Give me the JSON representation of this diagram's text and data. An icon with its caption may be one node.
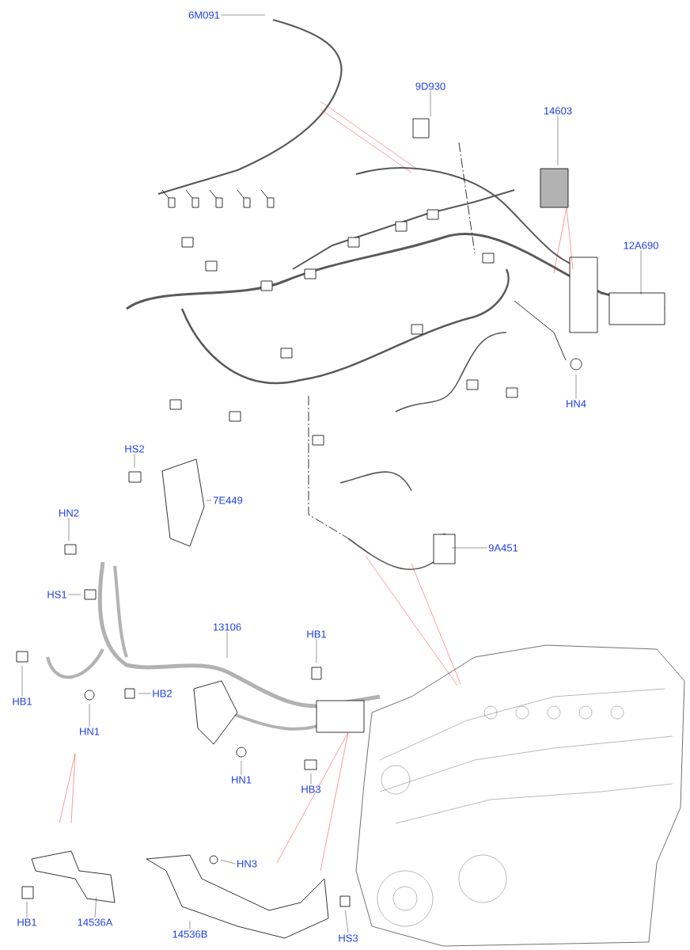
{
  "diagram": {
    "nodes": [
      {
        "text": [
          "6M091"
        ]
      },
      {
        "text": [
          "9D930"
        ]
      },
      {
        "text": [
          "14603"
        ]
      },
      {
        "text": [
          "12A690"
        ]
      },
      {
        "text": [
          "HN4"
        ]
      },
      {
        "text": [
          "HS2"
        ]
      },
      {
        "text": [
          "7E449"
        ]
      },
      {
        "text": [
          "HN2"
        ]
      },
      {
        "text": [
          "9A451"
        ]
      },
      {
        "text": [
          "HS1"
        ]
      },
      {
        "text": [
          "13106"
        ]
      },
      {
        "text": [
          "HB1"
        ]
      },
      {
        "text": [
          "HB1"
        ]
      },
      {
        "text": [
          "HB2"
        ]
      },
      {
        "text": [
          "HN1"
        ]
      },
      {
        "text": [
          "HN1"
        ]
      },
      {
        "text": [
          "HB3"
        ]
      },
      {
        "text": [
          "HN3"
        ]
      },
      {
        "text": [
          "HB1"
        ]
      },
      {
        "text": [
          "14536A"
        ]
      },
      {
        "text": [
          "14536B"
        ]
      },
      {
        "text": [
          "HS3"
        ]
      }
    ],
    "edges": [
      {
        "from": 0,
        "to": null,
        "arrow": "none"
      },
      {
        "from": 1,
        "to": null,
        "arrow": "none"
      },
      {
        "from": 2,
        "to": null,
        "arrow": "none"
      },
      {
        "from": 3,
        "to": null,
        "arrow": "none"
      },
      {
        "from": 4,
        "to": null,
        "arrow": "none"
      },
      {
        "from": 5,
        "to": null,
        "arrow": "none"
      },
      {
        "from": 6,
        "to": null,
        "arrow": "none"
      },
      {
        "from": 7,
        "to": null,
        "arrow": "none"
      },
      {
        "from": 8,
        "to": null,
        "arrow": "none"
      },
      {
        "from": 9,
        "to": null,
        "arrow": "none"
      },
      {
        "from": 10,
        "to": null,
        "arrow": "none"
      },
      {
        "from": 11,
        "to": null,
        "arrow": "none"
      },
      {
        "from": 12,
        "to": null,
        "arrow": "none"
      },
      {
        "from": 13,
        "to": null,
        "arrow": "none"
      },
      {
        "from": 14,
        "to": null,
        "arrow": "none"
      },
      {
        "from": 15,
        "to": null,
        "arrow": "none"
      },
      {
        "from": 16,
        "to": null,
        "arrow": "none"
      },
      {
        "from": 17,
        "to": null,
        "arrow": "none"
      },
      {
        "from": 18,
        "to": null,
        "arrow": "none"
      },
      {
        "from": 19,
        "to": null,
        "arrow": "none"
      },
      {
        "from": 20,
        "to": null,
        "arrow": "none"
      },
      {
        "from": 21,
        "to": null,
        "arrow": "none"
      }
    ]
  }
}
